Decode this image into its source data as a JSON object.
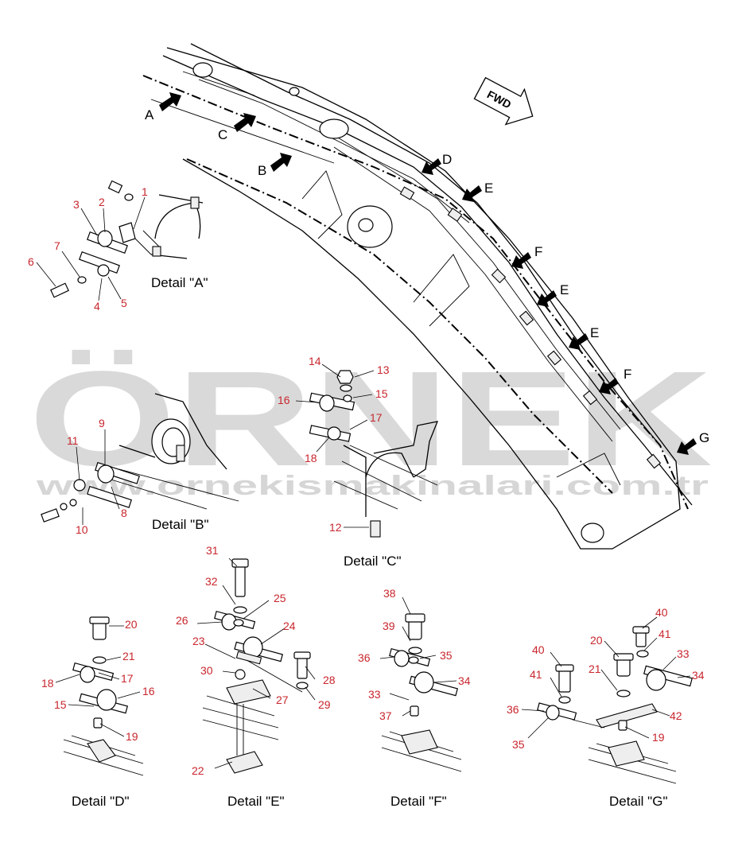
{
  "watermark": {
    "brand": "ÖRNEK",
    "url": "www.ornekismakinalari.com.tr",
    "accent_color": "#f3d77a",
    "text_color": "#d9d9d9"
  },
  "direction_label": "FWD",
  "arrow_letters": [
    "A",
    "C",
    "B",
    "D",
    "E",
    "F",
    "E",
    "E",
    "F",
    "G"
  ],
  "detail_titles": {
    "A": "Detail \"A\"",
    "B": "Detail \"B\"",
    "C": "Detail \"C\"",
    "D": "Detail \"D\"",
    "E": "Detail \"E\"",
    "F": "Detail \"F\"",
    "G": "Detail \"G\""
  },
  "callouts": {
    "A": [
      "1",
      "2",
      "3",
      "7",
      "6",
      "4",
      "5"
    ],
    "B": [
      "9",
      "11",
      "8",
      "10"
    ],
    "C": [
      "14",
      "13",
      "16",
      "15",
      "17",
      "18",
      "12"
    ],
    "D": [
      "20",
      "21",
      "18",
      "17",
      "16",
      "15",
      "19"
    ],
    "E": [
      "31",
      "32",
      "25",
      "26",
      "24",
      "23",
      "28",
      "30",
      "27",
      "29",
      "22"
    ],
    "F": [
      "38",
      "39",
      "36",
      "35",
      "34",
      "33",
      "37"
    ],
    "G": [
      "40",
      "20",
      "41",
      "33",
      "34",
      "40",
      "21",
      "41",
      "36",
      "42",
      "35",
      "19"
    ]
  },
  "colors": {
    "callout": "#c8262d",
    "line": "#000000"
  }
}
